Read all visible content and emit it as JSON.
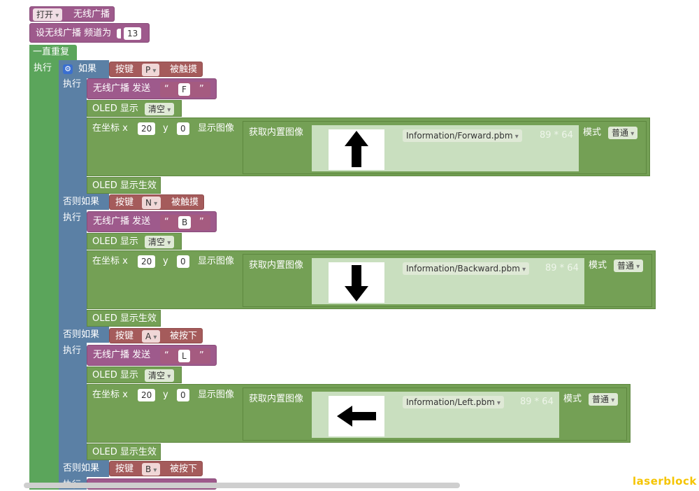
{
  "radio": {
    "on_toggle": "打开",
    "radio_label": "无线广播",
    "set_channel_label": "设无线广播 频道为",
    "channel": "13"
  },
  "loop": {
    "label": "一直重复",
    "do_label": "执行"
  },
  "if_block": {
    "if_label": "如果",
    "do_label": "执行",
    "else_if_label": "否则如果",
    "gear_icon": "gear-icon"
  },
  "common": {
    "button_label": "按键",
    "radio_send_label": "无线广播 发送",
    "oled_show_label": "OLED 显示",
    "clear_option": "清空",
    "at_coord_label": "在坐标 x",
    "y_label": "y",
    "show_image_label": "显示图像",
    "get_image_label": "获取内置图像",
    "size_label": "89 * 64",
    "mode_label": "模式",
    "mode_value": "普通",
    "oled_apply_label": "OLED 显示生效",
    "quote_open": "“",
    "quote_close": "”"
  },
  "branches": [
    {
      "button": "P",
      "event": "被触摸",
      "send": "F",
      "x": "20",
      "y": "0",
      "image": "Information/Forward.pbm",
      "arrow": "arrow-up-icon"
    },
    {
      "button": "N",
      "event": "被触摸",
      "send": "B",
      "x": "20",
      "y": "0",
      "image": "Information/Backward.pbm",
      "arrow": "arrow-down-icon"
    },
    {
      "button": "A",
      "event": "被按下",
      "send": "L",
      "x": "20",
      "y": "0",
      "image": "Information/Left.pbm",
      "arrow": "arrow-left-icon"
    },
    {
      "button": "B",
      "event": "被按下"
    }
  ],
  "watermark": "laserblock",
  "colors": {
    "radio": "#9e5a8c",
    "loop": "#5ba55b",
    "logic": "#5b80a5",
    "display": "#74a055",
    "input": "#a55b5b",
    "text": "#a55b80"
  }
}
